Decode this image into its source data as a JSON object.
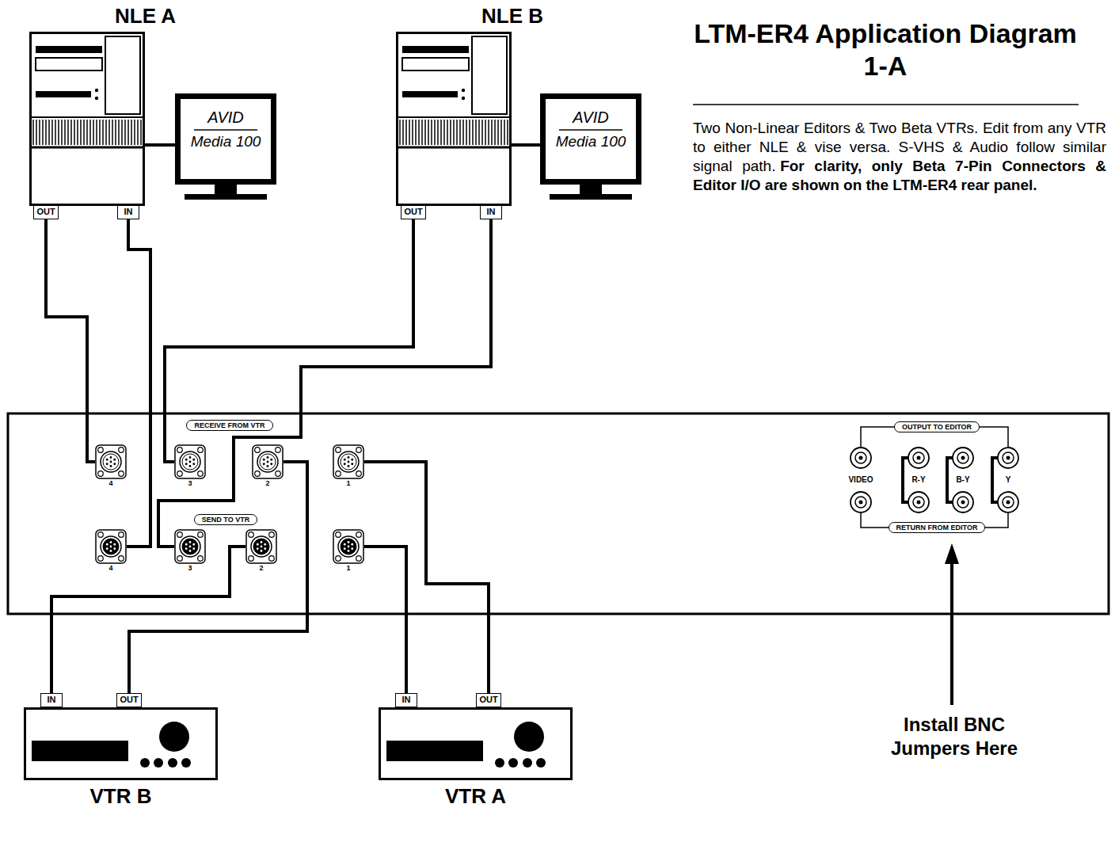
{
  "diagram": {
    "title": "LTM-ER4 Application Diagram 1-A",
    "caption": "Two Non-Linear Editors & Two Beta VTRs. Edit from any VTR to either NLE & vise versa. S-VHS & Audio follow similar signal path.",
    "nodes": [
      {
        "text": [
          "NLE A"
        ]
      },
      {
        "text": [
          "OUT"
        ],
        "in": 0
      },
      {
        "text": [
          "IN"
        ],
        "in": 0
      },
      {
        "text": [
          "AVID",
          "Media 100"
        ]
      },
      {
        "text": [
          "NLE B"
        ]
      },
      {
        "text": [
          "OUT"
        ],
        "in": 4
      },
      {
        "text": [
          "IN"
        ],
        "in": 4
      },
      {
        "text": [
          "AVID",
          "Media 100"
        ]
      },
      {
        "text": [
          "RECEIVE FROM VTR"
        ]
      },
      {
        "text": [
          "4"
        ]
      },
      {
        "text": [
          "3"
        ]
      },
      {
        "text": [
          "2"
        ]
      },
      {
        "text": [
          "1"
        ]
      },
      {
        "text": [
          "SEND TO VTR"
        ]
      },
      {
        "text": [
          "4"
        ]
      },
      {
        "text": [
          "3"
        ]
      },
      {
        "text": [
          "2"
        ]
      },
      {
        "text": [
          "1"
        ]
      },
      {
        "text": [
          "OUTPUT TO EDITOR"
        ]
      },
      {
        "text": [
          "RETURN FROM EDITOR"
        ]
      },
      {
        "text": [
          "VTR B"
        ]
      },
      {
        "text": [
          "IN"
        ],
        "in": 20
      },
      {
        "text": [
          "OUT"
        ],
        "in": 20
      },
      {
        "text": [
          "VTR A"
        ]
      },
      {
        "text": [
          "IN"
        ],
        "in": 23
      },
      {
        "text": [
          "OUT"
        ],
        "in": 23
      }
    ],
    "edges": [
      {
        "from": 0,
        "to": 3,
        "arrow": "none"
      },
      {
        "from": 4,
        "to": 7,
        "arrow": "none"
      },
      {
        "from": 1,
        "to": 9,
        "arrow": "none"
      },
      {
        "from": 14,
        "to": 2,
        "arrow": "none"
      },
      {
        "from": 5,
        "to": 10,
        "arrow": "none"
      },
      {
        "from": 15,
        "to": 6,
        "arrow": "none"
      },
      {
        "from": 22,
        "to": 11,
        "arrow": "none"
      },
      {
        "from": 16,
        "to": 21,
        "arrow": "none"
      },
      {
        "from": 25,
        "to": 12,
        "arrow": "none"
      },
      {
        "from": 17,
        "to": 24,
        "arrow": "none"
      }
    ],
    "labels": [
      "For clarity, only Beta 7-Pin Connectors & Editor I/O are shown on the LTM-ER4 rear panel.",
      "VIDEO",
      "R-Y",
      "B-Y",
      "Y",
      "Install BNC Jumpers Here"
    ]
  }
}
